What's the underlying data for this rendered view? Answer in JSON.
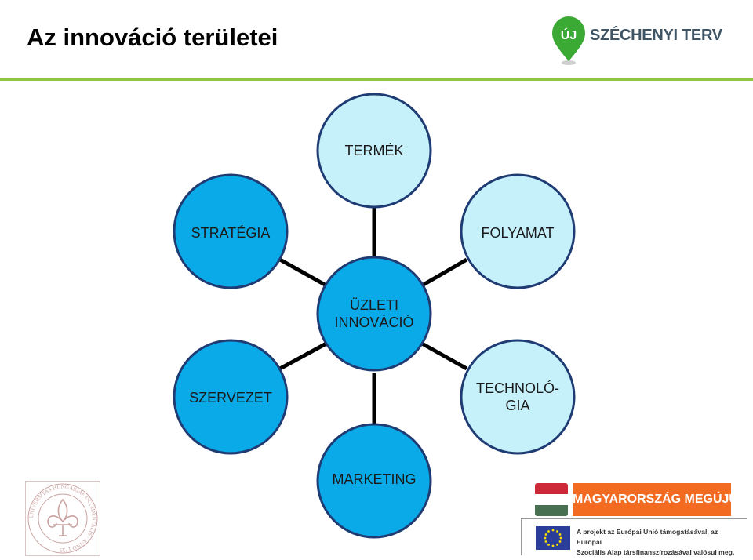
{
  "title": "Az innováció területei",
  "logo_top": {
    "badge": "ÚJ",
    "text": "SZÉCHENYI TERV"
  },
  "diagram": {
    "center": {
      "line1": "ÜZLETI",
      "line2": "INNOVÁCIÓ"
    },
    "nodes": {
      "termek": "TERMÉK",
      "strategia": "STRATÉGIA",
      "folyamat": "FOLYAMAT",
      "szervezet": "SZERVEZET",
      "technologia_line1": "TECHNOLÓ-",
      "technologia_line2": "GIA",
      "marketing": "MARKETING"
    }
  },
  "footer": {
    "seal_text": "UNIVERSITAS HUNGARIAE OCCIDENTALIS · ANNO 1735",
    "slogan": "MAGYARORSZÁG MEGÚJUL",
    "eu_text_line1": "A projekt az Európai Unió támogatásával, az Európai",
    "eu_text_line2": "Szociális Alap társfinanszírozásával valósul meg."
  },
  "colors": {
    "accent_green": "#8dc63f",
    "node_stroke": "#1f3b73",
    "dark_fill": "#0aaae8",
    "light_fill": "#c6f1fb",
    "slogan_orange": "#f36b21",
    "eu_blue": "#2a3e99"
  }
}
